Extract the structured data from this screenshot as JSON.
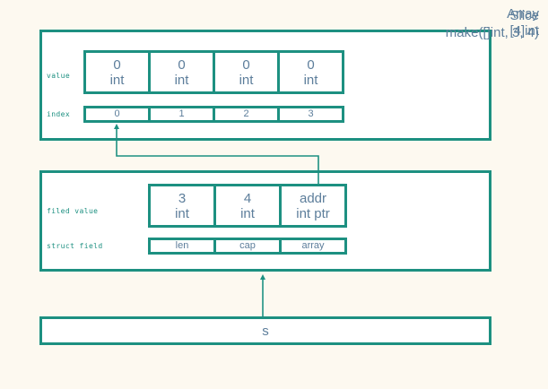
{
  "canvas": {
    "background": "#fdf9f0",
    "stroke": "#1d9081",
    "text": "#5d7e9b"
  },
  "array_section": {
    "caption_line1": "Array",
    "caption_line2": "[4]int",
    "row_label_value": "value",
    "row_label_index": "index",
    "value_cells": [
      {
        "value": "0",
        "type": "int"
      },
      {
        "value": "0",
        "type": "int"
      },
      {
        "value": "0",
        "type": "int"
      },
      {
        "value": "0",
        "type": "int"
      }
    ],
    "index_cells": [
      "0",
      "1",
      "2",
      "3"
    ]
  },
  "slice_section": {
    "caption_line1": "Slice",
    "caption_line2": "make([]int, 3, 4)",
    "row_label_value": "filed value",
    "row_label_field": "struct field",
    "value_cells": [
      {
        "value": "3",
        "type": "int"
      },
      {
        "value": "4",
        "type": "int"
      },
      {
        "value": "addr",
        "type": "int ptr"
      }
    ],
    "field_cells": [
      "len",
      "cap",
      "array"
    ]
  },
  "variable_section": {
    "name": "s"
  },
  "connectors": [
    {
      "name": "array-field-to-index0",
      "from": "slice.array",
      "to": "array.index0"
    },
    {
      "name": "variable-to-slice",
      "from": "variable.s",
      "to": "slice.box"
    }
  ]
}
